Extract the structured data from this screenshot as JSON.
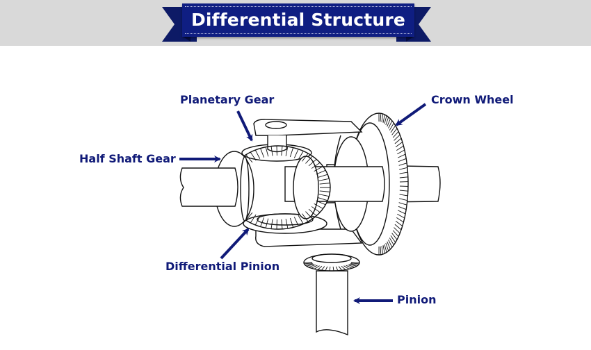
{
  "header": {
    "title": "Differential Structure",
    "colors": {
      "band": "#d9d9d9",
      "ribbon": "#0f1e82",
      "ribbon_dark": "#0d1a66",
      "text": "#ffffff"
    }
  },
  "diagram": {
    "subject": "automotive differential gear assembly",
    "label_color": "#101a78",
    "labels": [
      {
        "id": "planetary-gear",
        "text": "Planetary Gear"
      },
      {
        "id": "crown-wheel",
        "text": "Crown Wheel"
      },
      {
        "id": "half-shaft-gear",
        "text": "Half Shaft Gear"
      },
      {
        "id": "differential-pinion",
        "text": "Differential Pinion"
      },
      {
        "id": "pinion",
        "text": "Pinion"
      }
    ]
  }
}
